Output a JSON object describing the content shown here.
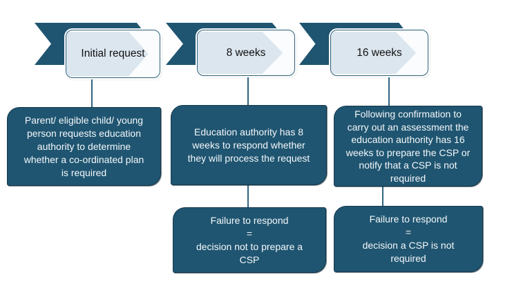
{
  "diagram": {
    "type": "process-timeline-flowchart",
    "columns": [
      {
        "banner_label": "Initial request",
        "description_lines": [
          "Parent/ eligible child/ young",
          "person requests education",
          "authority to determine",
          "whether a co-ordinated plan",
          "is required"
        ]
      },
      {
        "banner_label": "8 weeks",
        "description_lines": [
          "Education authority has 8",
          "weeks to respond whether",
          "they will process the request"
        ],
        "outcome_lines": [
          "Failure to respond",
          "=",
          "decision not to prepare a",
          "CSP"
        ]
      },
      {
        "banner_label": "16 weeks",
        "description_lines": [
          "Following confirmation to",
          "carry out an assessment the",
          "education authority has 16",
          "weeks to prepare the CSP or",
          "notify that a CSP is not",
          "required"
        ],
        "outcome_lines": [
          "Failure to respond",
          "=",
          "decision a CSP is not",
          "required"
        ]
      }
    ],
    "colors": {
      "background": "#ffffff",
      "banner_fill": "#1f5571",
      "box_fill": "#1f5571",
      "box_border": "#16384a",
      "box_text": "#f5f8fa",
      "label_fill": "#fafcfd",
      "label_border": "#2e6078",
      "label_chevron": "#dce6ef",
      "label_text": "#111111",
      "connector": "#2f6480"
    }
  }
}
